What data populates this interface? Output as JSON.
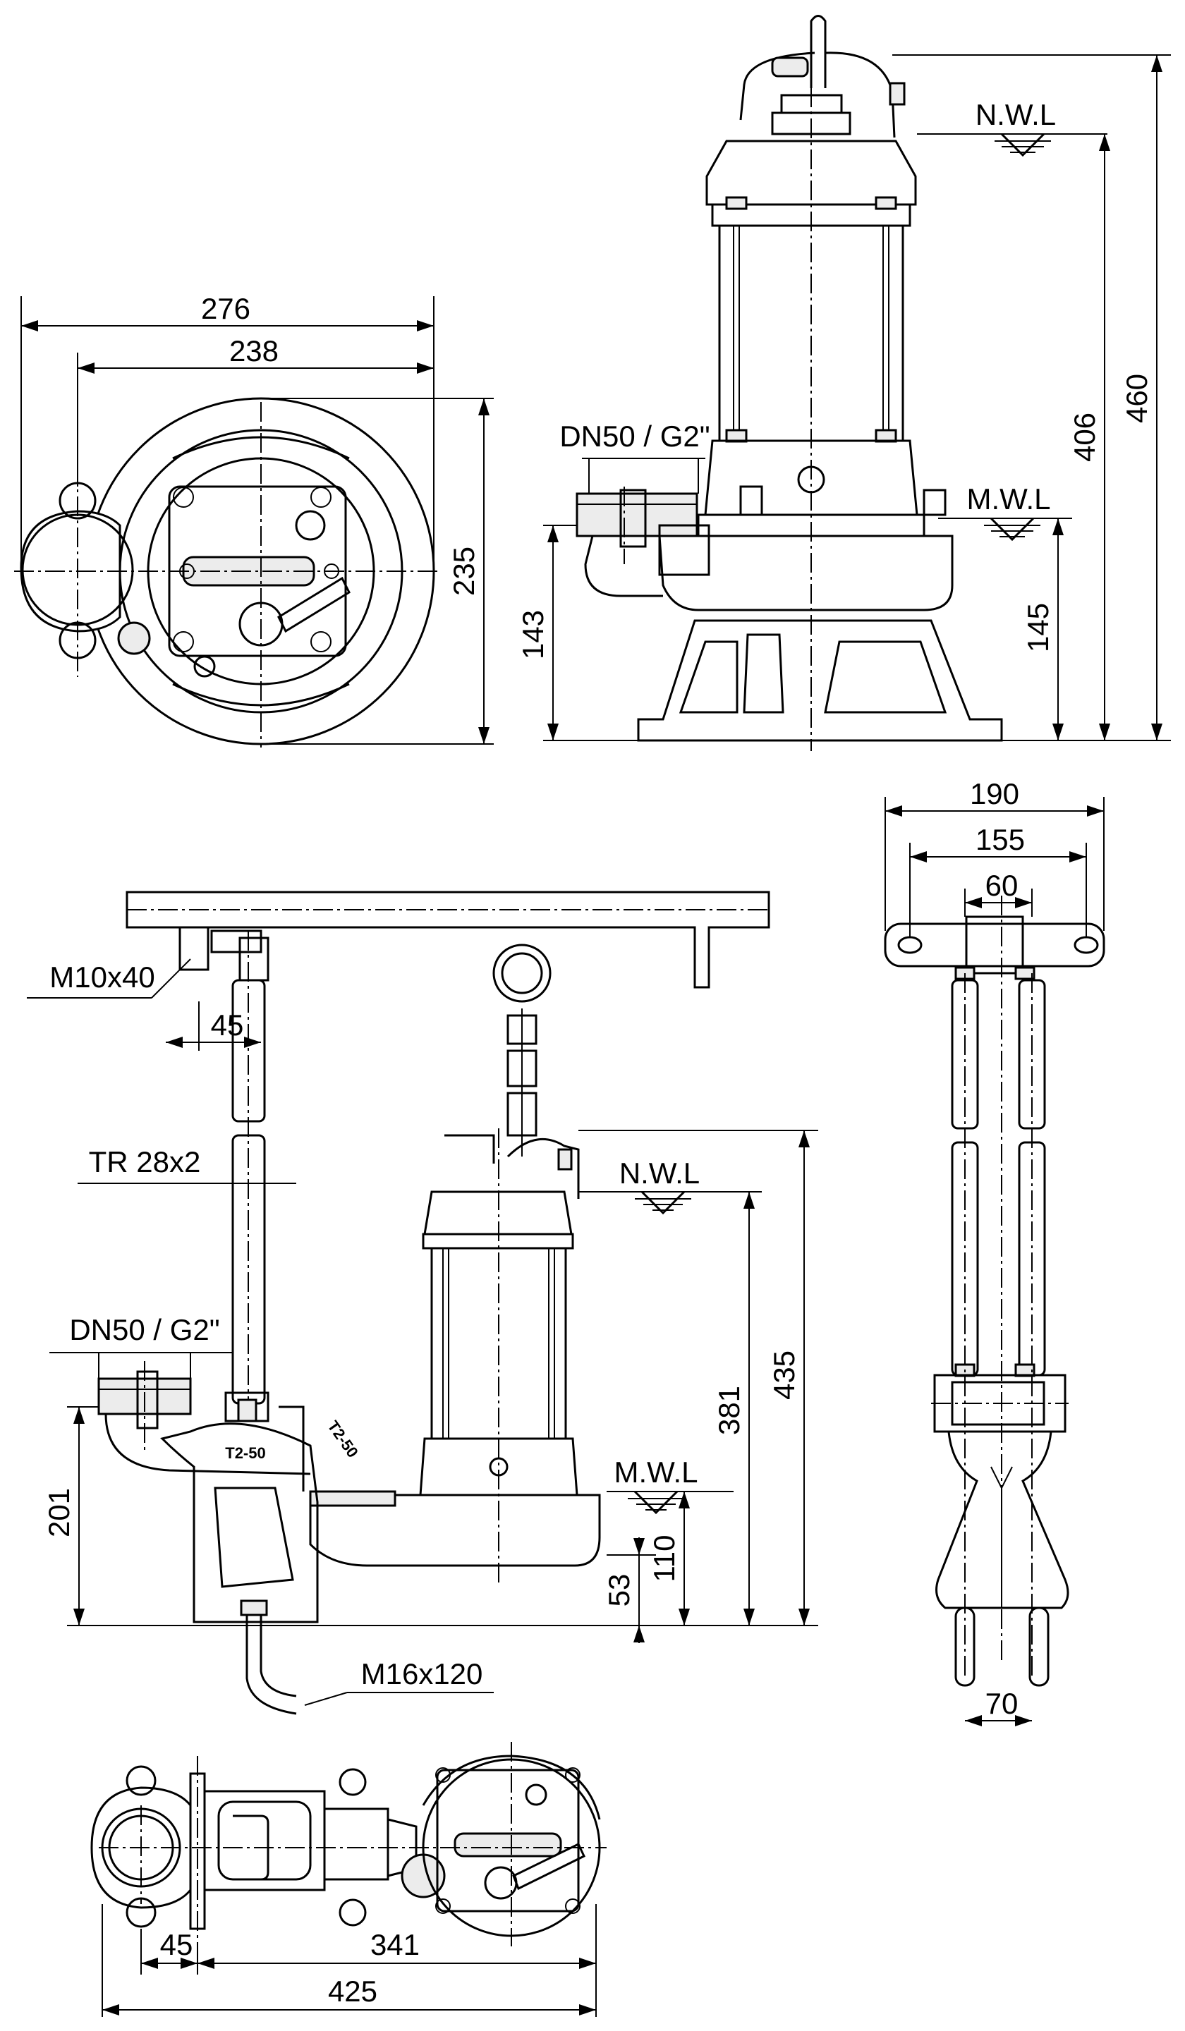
{
  "views": {
    "top_plan": {
      "dim_width_outer": "276",
      "dim_width_inner": "238",
      "dim_depth": "235"
    },
    "front_elevation": {
      "dim_height_total": "460",
      "dim_height_nwl": "406",
      "dim_height_mwl": "145",
      "dim_outlet_height": "143",
      "outlet_label": "DN50 / G2\"",
      "level_normal": "N.W.L",
      "level_min": "M.W.L"
    },
    "autocoupling_elevation": {
      "bolt_label": "M10x40",
      "dim_bracket_offset": "45",
      "guide_rail_label": "TR 28x2",
      "outlet_label": "DN50 / G2\"",
      "dim_outlet_height": "201",
      "foot_code_1": "T2-50",
      "foot_code_2": "T2-50",
      "anchor_label": "M16x120",
      "level_normal": "N.W.L",
      "level_min": "M.W.L",
      "dim_height_total": "435",
      "dim_height_nwl": "381",
      "dim_height_mwl": "110",
      "dim_base_height": "53"
    },
    "rail_side_view": {
      "dim_overall": "190",
      "dim_hole_pitch": "155",
      "dim_rail_pitch": "60",
      "dim_foot_pitch": "70"
    },
    "autocoupling_plan": {
      "dim_offset": "45",
      "dim_center_distance": "341",
      "dim_total_length": "425"
    }
  }
}
